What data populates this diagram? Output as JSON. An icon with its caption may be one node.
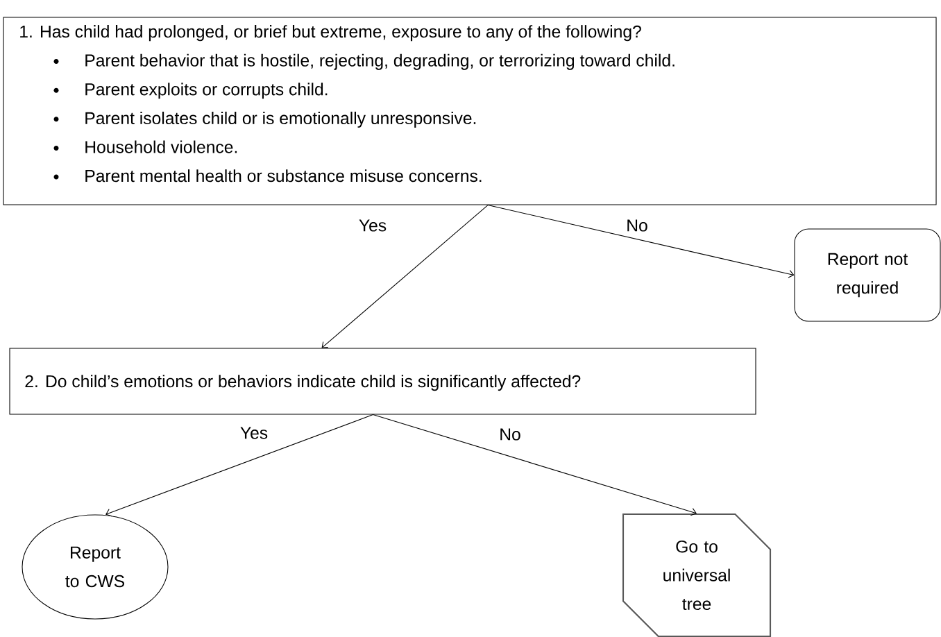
{
  "diagram": {
    "nodes": [
      {
        "text": [
          "1. Has child had prolonged, or brief but extreme, exposure to any of the following?",
          "Parent behavior that is hostile, rejecting, degrading, or terrorizing toward child.",
          "Parent exploits or corrupts child.",
          "Parent isolates child or is emotionally unresponsive.",
          "Household violence.",
          "Parent mental health or substance misuse concerns."
        ]
      },
      {
        "text": [
          "Report not required"
        ]
      },
      {
        "text": [
          "2. Do child’s emotions or behaviors indicate child is significantly affected?"
        ]
      },
      {
        "text": [
          "Report to CWS"
        ]
      },
      {
        "text": [
          "Go to universal tree"
        ]
      }
    ],
    "edges": [
      {
        "from": 0,
        "to": 2,
        "arrow": "to",
        "label": "Yes"
      },
      {
        "from": 0,
        "to": 1,
        "arrow": "to",
        "label": "No"
      },
      {
        "from": 2,
        "to": 3,
        "arrow": "to",
        "label": "Yes"
      },
      {
        "from": 2,
        "to": 4,
        "arrow": "to",
        "label": "No"
      }
    ]
  }
}
